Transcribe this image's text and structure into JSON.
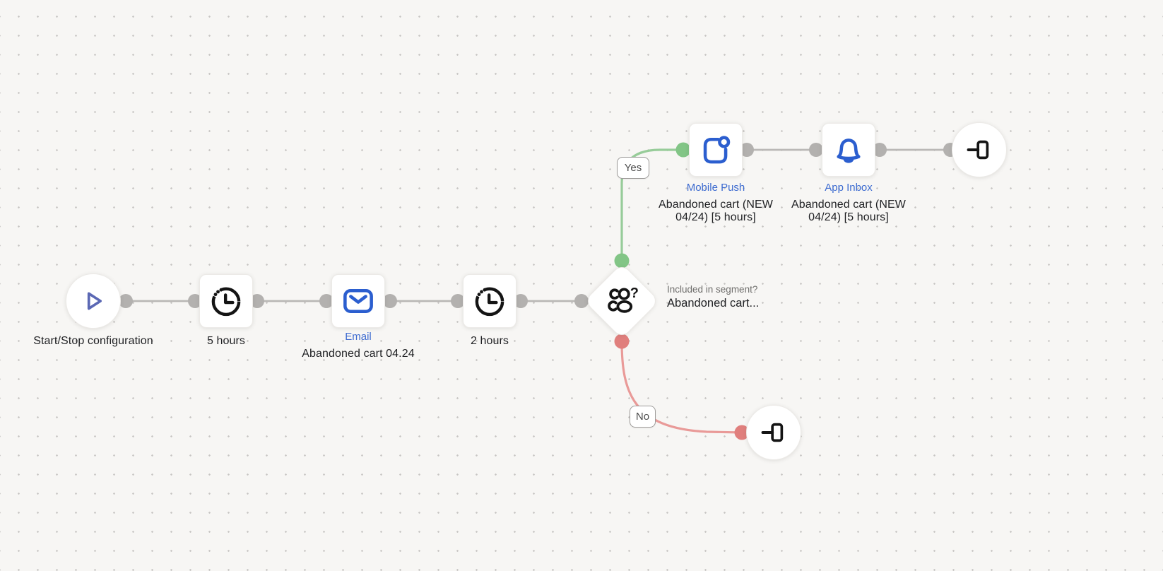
{
  "app": {
    "view": "scenario-flow-canvas",
    "background": "#f7f6f4",
    "grid_dot_color": "#c7c5c3"
  },
  "colors": {
    "icon_blue": "#2b5ecf",
    "label_blue": "#3d6bd0",
    "play_indigo": "#5b68b4",
    "icon_black": "#141414",
    "connector_gray": "#b3b1af",
    "edge_gray": "#bab8b6",
    "branch_yes_line": "#97cc99",
    "branch_yes_dot": "#82c586",
    "branch_no_line": "#e99a98",
    "branch_no_dot": "#e07f7d",
    "text_dark": "#1f2023",
    "text_gray": "#6f6e6c"
  },
  "icons": {
    "start": "play-icon",
    "wait": "clock-icon",
    "email": "email-icon",
    "condition": "segment-question-icon",
    "mobile_push": "mobile-push-icon",
    "app_inbox": "app-inbox-bell-icon",
    "end": "end-exit-icon"
  },
  "nodes": {
    "start": {
      "caption": "Start/Stop configuration"
    },
    "wait1": {
      "caption": "5 hours"
    },
    "email": {
      "label": "Email",
      "caption": "Abandoned cart 04.24"
    },
    "wait2": {
      "caption": "2 hours"
    },
    "condition": {
      "question": "Included in segment?",
      "segment": "Abandoned cart..."
    },
    "mobile_push": {
      "label": "Mobile Push",
      "caption": "Abandoned cart (NEW 04/24) [5 hours]"
    },
    "app_inbox": {
      "label": "App Inbox",
      "caption": "Abandoned cart (NEW 04/24) [5 hours]"
    },
    "end_yes": {
      "type": "end"
    },
    "end_no": {
      "type": "end"
    }
  },
  "branches": {
    "yes": "Yes",
    "no": "No"
  },
  "flow": {
    "main_path": [
      "start",
      "wait1",
      "email",
      "wait2",
      "condition"
    ],
    "yes_path": [
      "condition",
      "mobile_push",
      "app_inbox",
      "end_yes"
    ],
    "no_path": [
      "condition",
      "end_no"
    ]
  }
}
